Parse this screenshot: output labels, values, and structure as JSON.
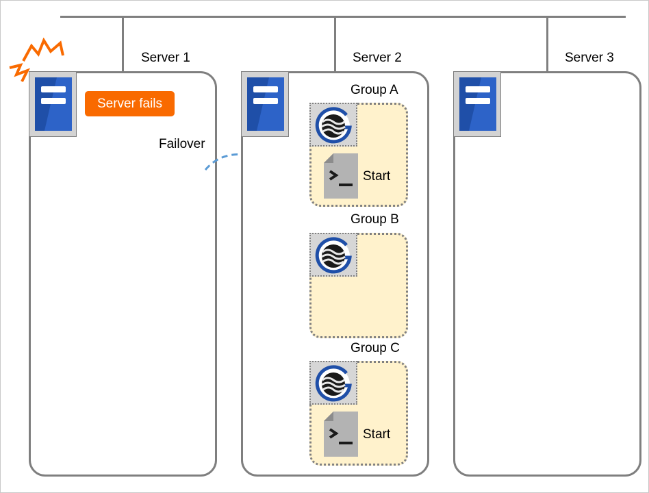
{
  "servers": [
    {
      "label": "Server 1",
      "status": "Server fails"
    },
    {
      "label": "Server 2"
    },
    {
      "label": "Server 3"
    }
  ],
  "failover_label": "Failover",
  "groups": [
    {
      "label": "Group A",
      "resource": "Start"
    },
    {
      "label": "Group B"
    },
    {
      "label": "Group C",
      "resource": "Start"
    }
  ],
  "colors": {
    "line": "#7f7f7f",
    "group_fill": "#fff2cc",
    "alert": "#f96a00",
    "server_blue": "#1f4fa8",
    "arrow": "#5b9bd5"
  },
  "icons": {
    "server": "server-icon",
    "group_resource": "cluster-g-icon",
    "script": "script-file-icon",
    "failure": "lightning-icon",
    "failover": "curved-arrow-icon"
  }
}
